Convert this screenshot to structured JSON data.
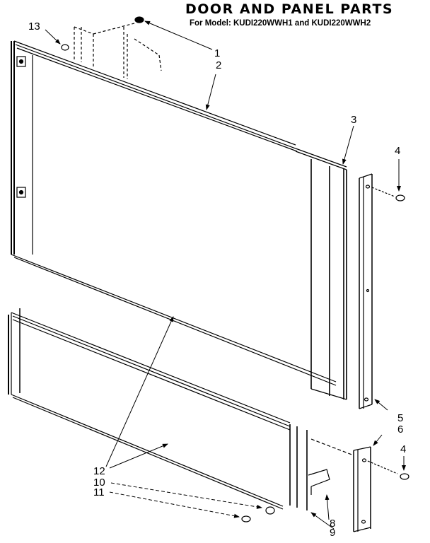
{
  "header": {
    "title": "DOOR AND PANEL PARTS",
    "subtitle": "For Model: KUDI220WWH1 and KUDI220WWH2"
  },
  "callouts": [
    {
      "id": "1",
      "label": "1"
    },
    {
      "id": "2",
      "label": "2"
    },
    {
      "id": "3",
      "label": "3"
    },
    {
      "id": "4a",
      "label": "4"
    },
    {
      "id": "5",
      "label": "5"
    },
    {
      "id": "6",
      "label": "6"
    },
    {
      "id": "4b",
      "label": "4"
    },
    {
      "id": "12",
      "label": "12"
    },
    {
      "id": "10",
      "label": "10"
    },
    {
      "id": "11",
      "label": "11"
    },
    {
      "id": "8",
      "label": "8"
    },
    {
      "id": "9",
      "label": "9"
    },
    {
      "id": "13",
      "label": "13"
    }
  ],
  "colors": {
    "line": "#000000",
    "background": "#ffffff"
  }
}
